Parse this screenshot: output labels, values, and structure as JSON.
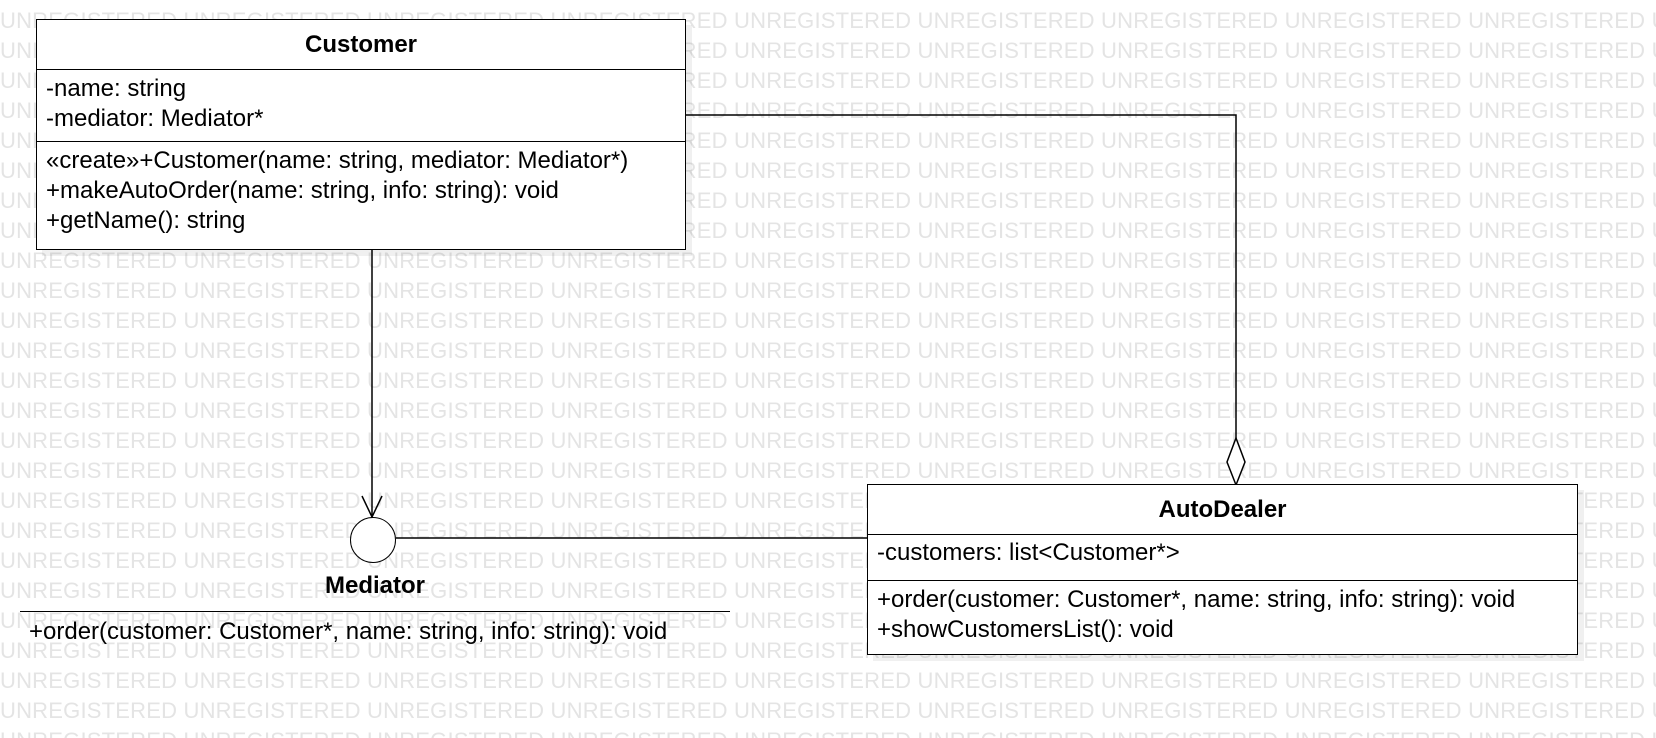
{
  "watermark": {
    "text": "UNREGISTERED"
  },
  "customer": {
    "name": "Customer",
    "attributes": [
      "-name: string",
      "-mediator: Mediator*"
    ],
    "operations": [
      "«create»+Customer(name: string, mediator: Mediator*)",
      "+makeAutoOrder(name: string, info: string): void",
      "+getName(): string"
    ]
  },
  "mediator": {
    "name": "Mediator",
    "operations": [
      "+order(customer: Customer*, name: string, info: string): void"
    ]
  },
  "autodealer": {
    "name": "AutoDealer",
    "attributes": [
      "-customers: list<Customer*>"
    ],
    "operations": [
      "+order(customer: Customer*, name: string, info: string): void",
      "+showCustomersList(): void"
    ]
  },
  "colors": {
    "line": "#000000",
    "watermark": "#e4e4e4",
    "background": "#ffffff"
  }
}
